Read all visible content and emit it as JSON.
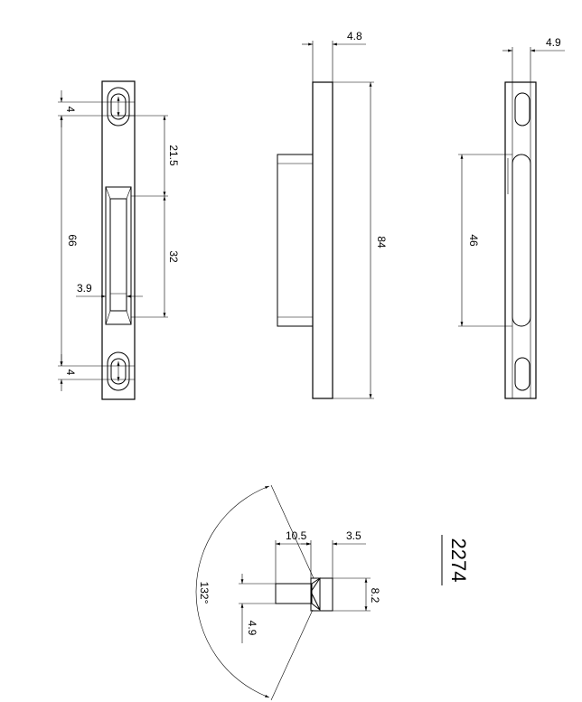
{
  "dimensions": {
    "front_slot_top": "4",
    "front_top_gap": "21.5",
    "front_total": "66",
    "front_slot_len": "32",
    "front_slot_width": "3.9",
    "front_slot_bottom": "4",
    "side_thickness": "4.8",
    "side_length": "84",
    "back_thickness": "4.9",
    "back_length": "46",
    "section_depth": "10.5",
    "section_width": "3.5",
    "section_height": "8.2",
    "section_lip": "4.9",
    "section_angle": "132°"
  },
  "part_number": "2274"
}
